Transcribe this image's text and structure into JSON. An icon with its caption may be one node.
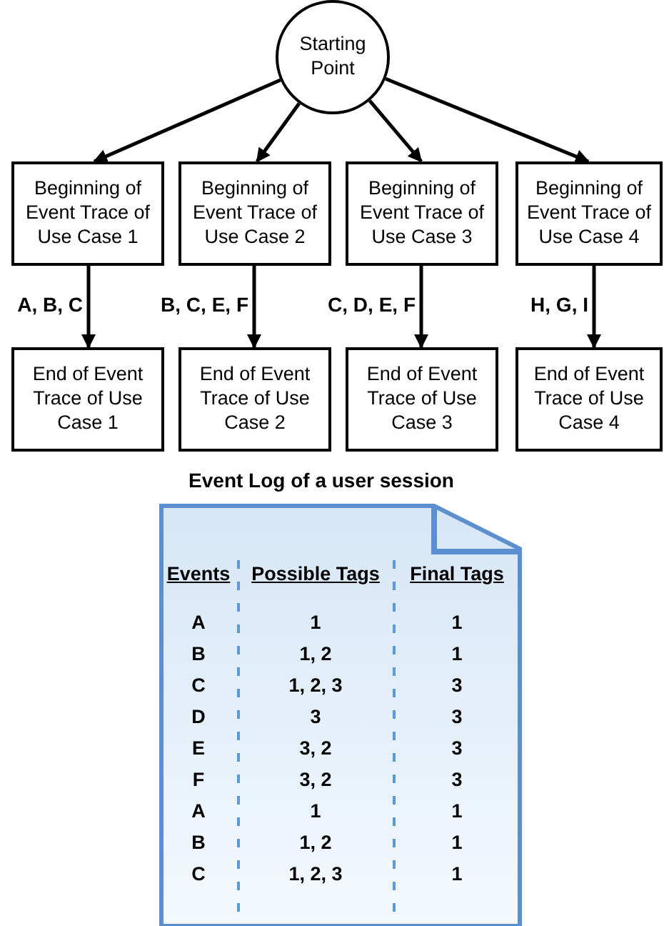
{
  "diagram": {
    "nodes": [
      {
        "text": [
          "Starting Point"
        ]
      },
      {
        "text": [
          "Beginning of Event Trace of Use Case 1"
        ]
      },
      {
        "text": [
          "Beginning of Event Trace of Use Case 2"
        ]
      },
      {
        "text": [
          "Beginning of Event Trace of Use Case 3"
        ]
      },
      {
        "text": [
          "Beginning of Event Trace of Use Case 4"
        ]
      },
      {
        "text": [
          "End of Event Trace of Use Case 1"
        ]
      },
      {
        "text": [
          "End of Event Trace of Use Case 2"
        ]
      },
      {
        "text": [
          "End of Event Trace of Use Case 3"
        ]
      },
      {
        "text": [
          "End of Event Trace of Use Case 4"
        ]
      },
      {
        "text": [
          "Event Log of a user session"
        ]
      }
    ],
    "edges": [
      {
        "from": 0,
        "to": 1,
        "arrow": "to"
      },
      {
        "from": 0,
        "to": 2,
        "arrow": "to"
      },
      {
        "from": 0,
        "to": 3,
        "arrow": "to"
      },
      {
        "from": 0,
        "to": 4,
        "arrow": "to"
      },
      {
        "from": 1,
        "to": 5,
        "arrow": "to",
        "label": "A, B, C"
      },
      {
        "from": 2,
        "to": 6,
        "arrow": "to",
        "label": "B, C, E, F"
      },
      {
        "from": 3,
        "to": 7,
        "arrow": "to",
        "label": "C, D, E, F"
      },
      {
        "from": 4,
        "to": 8,
        "arrow": "to",
        "label": "H, G, I"
      }
    ],
    "labels": [
      "Events",
      "Possible Tags",
      "Final Tags",
      "A",
      "1",
      "1",
      "B",
      "1, 2",
      "1",
      "C",
      "1, 2, 3",
      "3",
      "D",
      "3",
      "3",
      "E",
      "3, 2",
      "3",
      "F",
      "3, 2",
      "3",
      "A",
      "1",
      "1",
      "B",
      "1, 2",
      "1",
      "C",
      "1, 2, 3",
      "1"
    ]
  }
}
